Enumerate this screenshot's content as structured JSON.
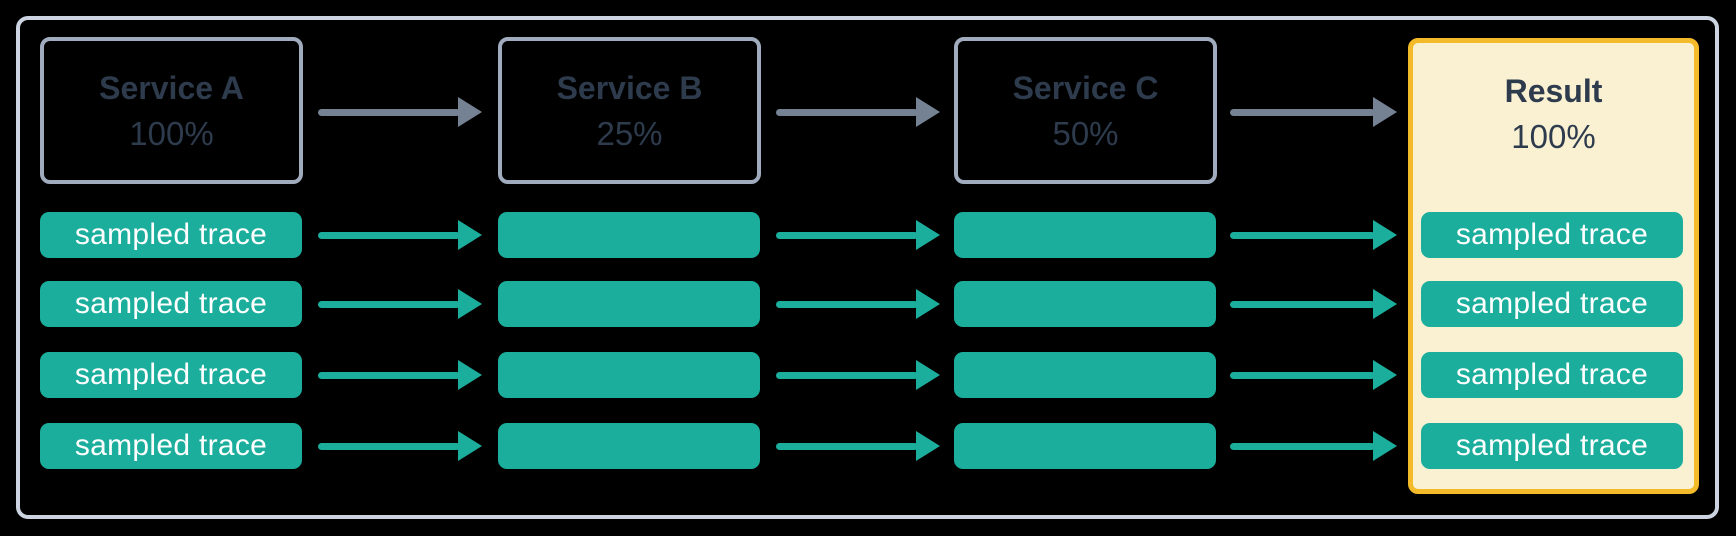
{
  "diagram": {
    "type": "sampling-flow",
    "nodes": [
      {
        "label": "Service A",
        "rate": "100%"
      },
      {
        "label": "Service B",
        "rate": "25%"
      },
      {
        "label": "Service C",
        "rate": "50%"
      },
      {
        "label": "Result",
        "rate": "100%"
      }
    ],
    "trace_label": "sampled trace",
    "trace_rows": 4,
    "colors": {
      "background": "#000000",
      "frame_border": "#CBD4E0",
      "node_border": "#A0ACBE",
      "node_text": "#2D3B4D",
      "trace_fill": "#1BAE9C",
      "trace_text": "#FFFFFF",
      "service_arrow": "#758294",
      "result_fill": "#FAF1D3",
      "result_border": "#F3BA2A"
    }
  }
}
